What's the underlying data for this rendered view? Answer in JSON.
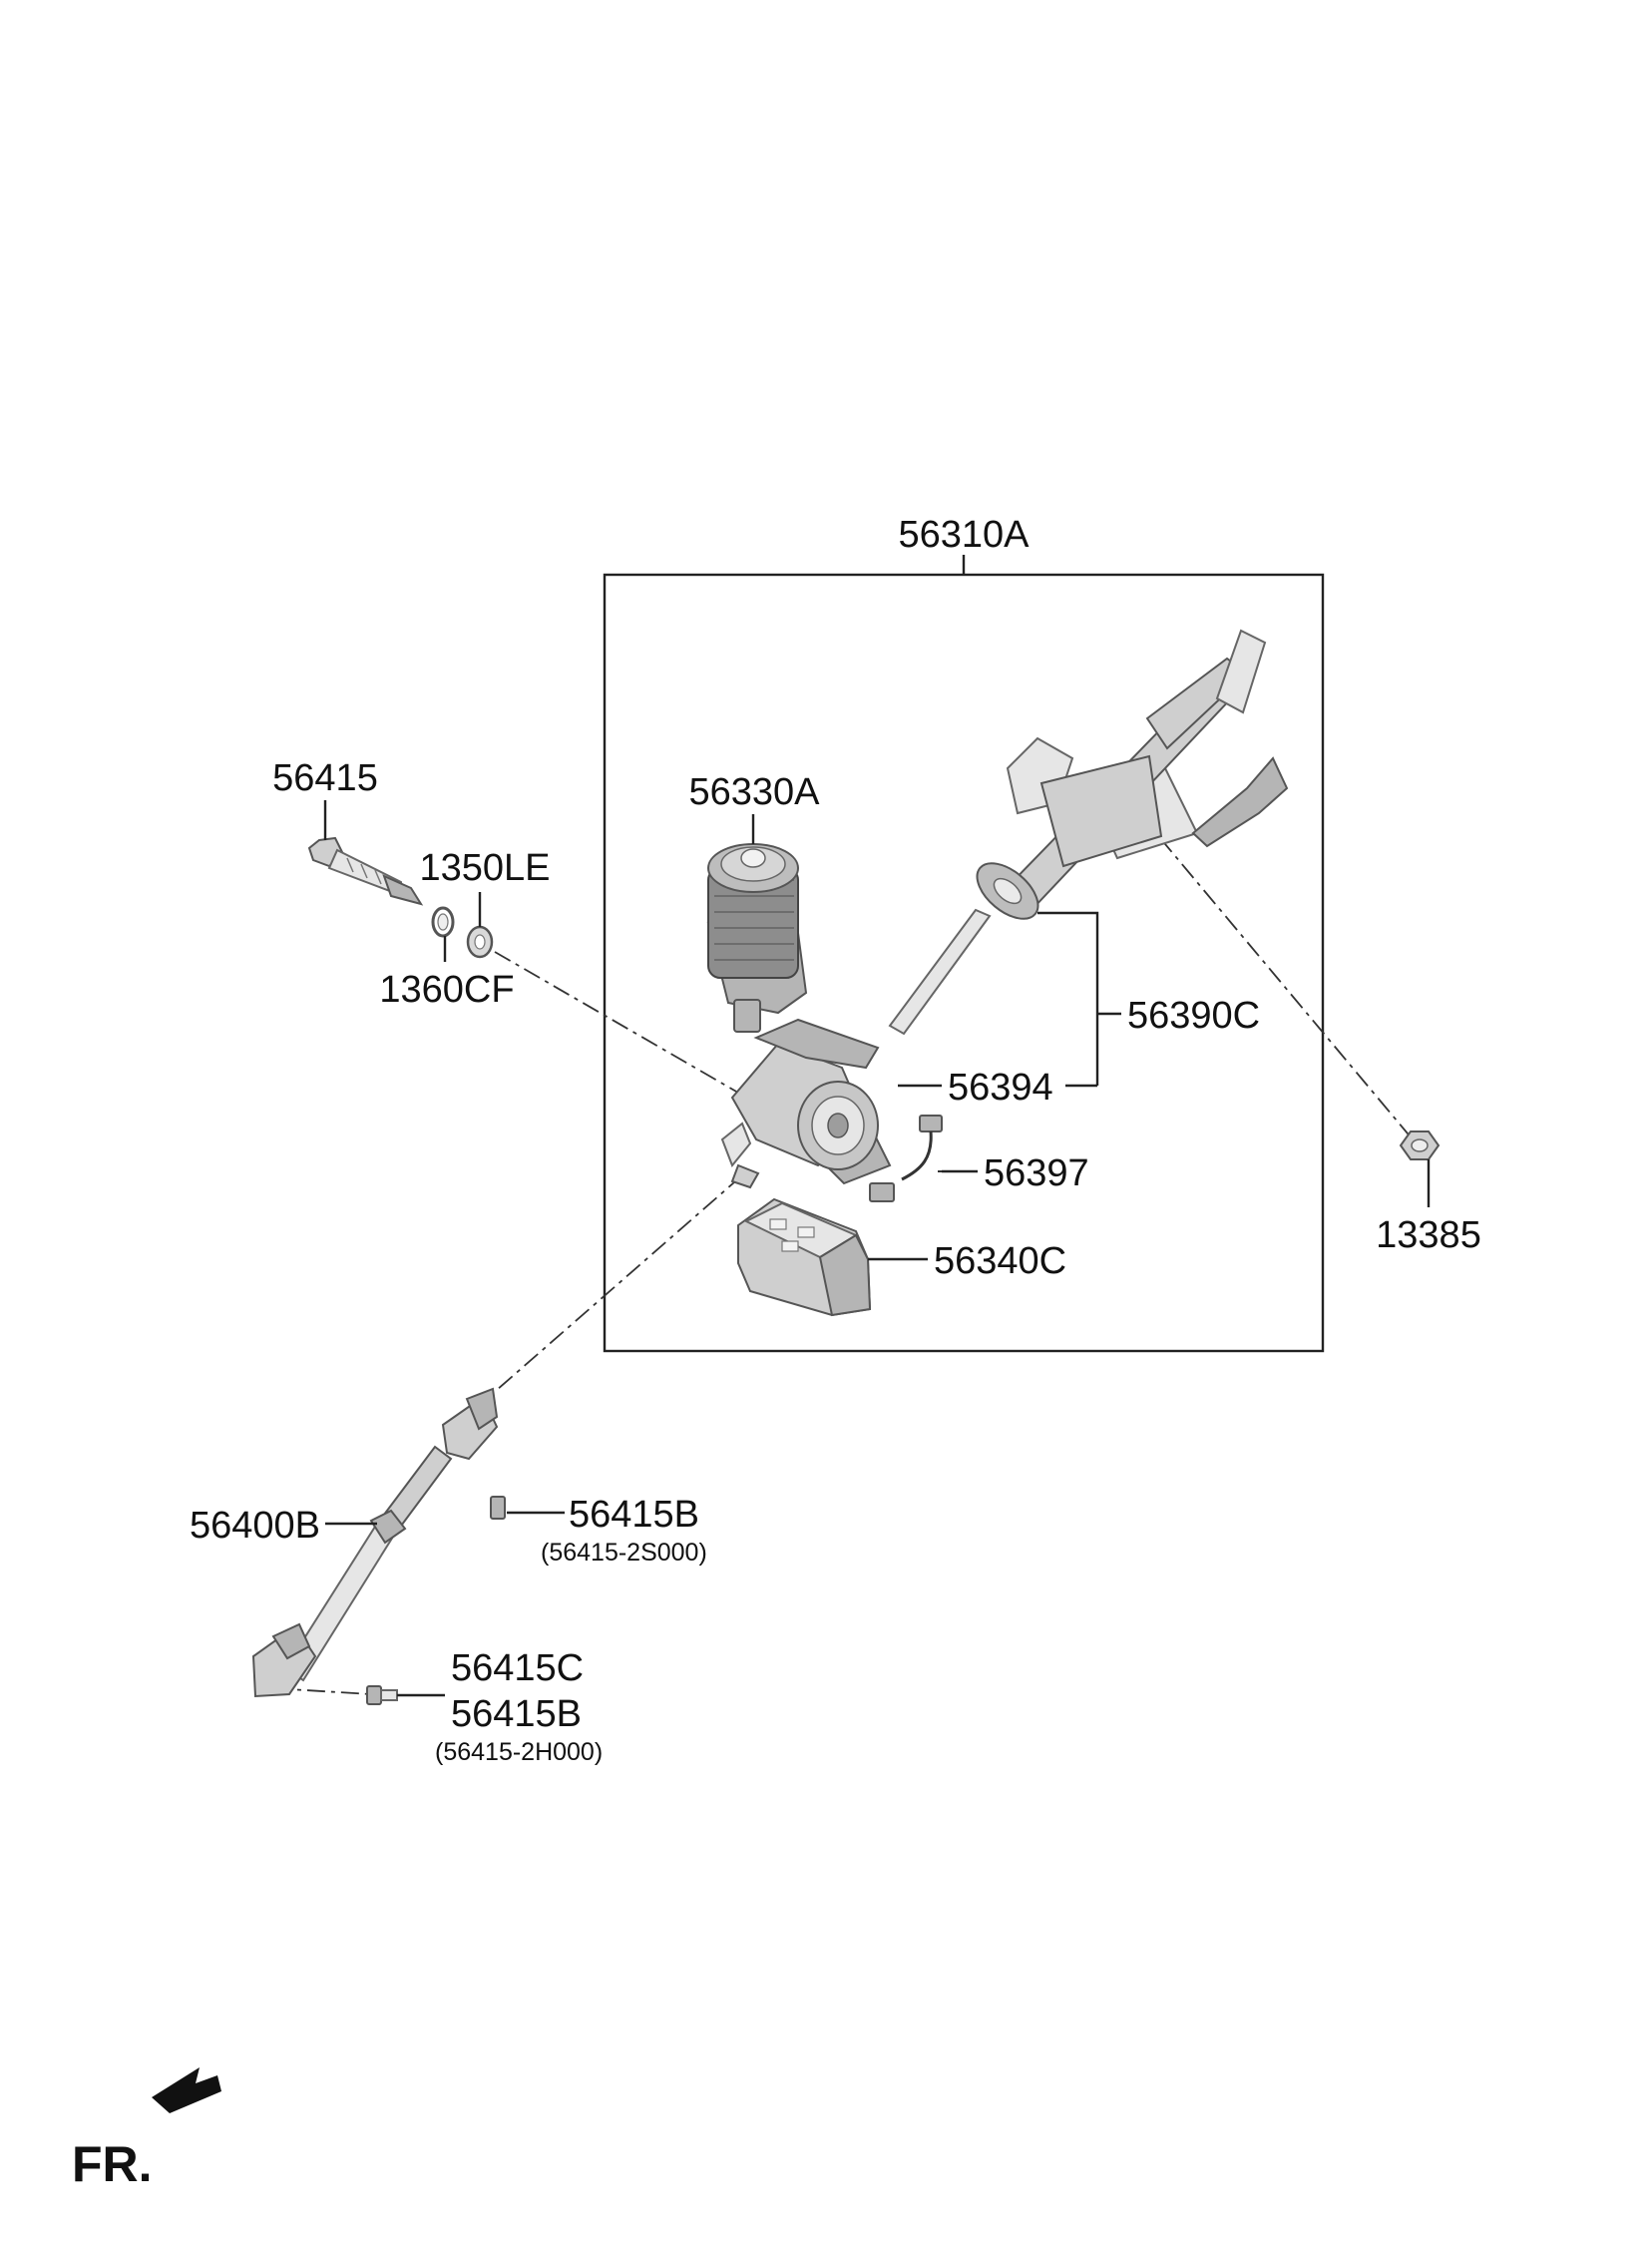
{
  "labels": {
    "assembly": "56310A",
    "bolt": "56415",
    "washer_le": "1350LE",
    "washer_cf": "1360CF",
    "motor": "56330A",
    "column_set": "56390C",
    "housing": "56394",
    "harness": "56397",
    "ecu": "56340C",
    "nut": "13385",
    "joint_shaft": "56400B",
    "bolt_upper": "56415B",
    "bolt_upper_pn": "(56415-2S000)",
    "bolt_lower_c": "56415C",
    "bolt_lower_b": "56415B",
    "bolt_lower_pn": "(56415-2H000)",
    "front": "FR."
  }
}
